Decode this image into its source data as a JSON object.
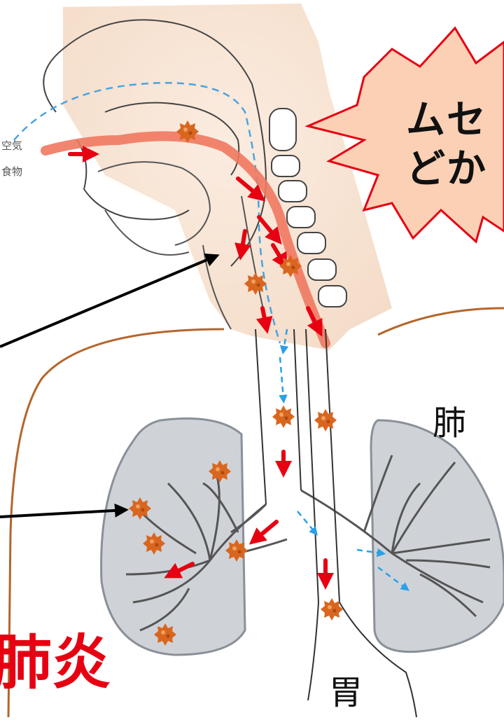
{
  "labels": {
    "air": "空気",
    "food": "食物",
    "lung": "肺",
    "stomach": "胃",
    "callout_line1": "ムセ",
    "callout_line2": "どか",
    "pneumonia": "肺炎"
  },
  "colors": {
    "food_path": "#f07860",
    "air_path": "#4aa3e0",
    "arrow_red": "#e60012",
    "lung_fill": "#cfd3d8",
    "body_outline": "#b5652a",
    "callout_fill": "#fbd0b5",
    "callout_stroke": "#e60012",
    "germ": "#d9661f"
  },
  "icons": {
    "germ": "germ-icon",
    "arrow": "arrow-icon"
  }
}
